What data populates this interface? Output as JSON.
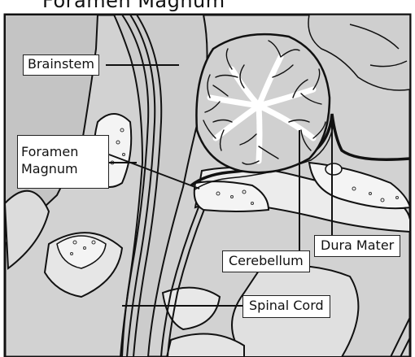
{
  "title": "Foramen Magnum",
  "labels": {
    "brainstem": "Brainstem",
    "foramen_line1": "Foramen",
    "foramen_line2": "Magnum",
    "cerebellum": "Cerebellum",
    "dura_mater": "Dura Mater",
    "spinal_cord": "Spinal Cord"
  },
  "colors": {
    "tissue_gray": "#c8c8c8",
    "light_gray": "#e4e4e4",
    "dark_gray": "#9a9a9a",
    "outline": "#111111",
    "white": "#ffffff"
  }
}
